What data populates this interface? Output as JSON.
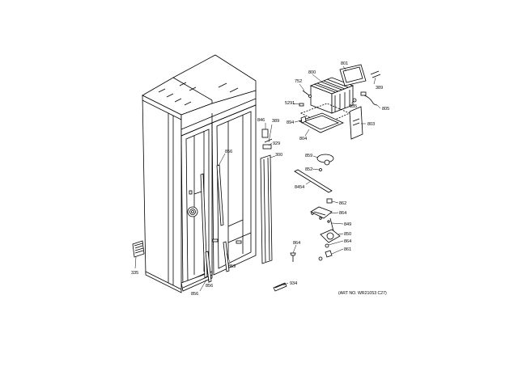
{
  "labels": {
    "l335": "335",
    "l846": "846",
    "l389a": "389",
    "l929": "929",
    "l856a": "856",
    "l300": "300",
    "l856b": "856",
    "l856c": "856",
    "l859a": "859",
    "l752": "752",
    "l800": "800",
    "l801": "801",
    "l389b": "389",
    "l5291": "5291",
    "l835": "835",
    "l805": "805",
    "l894": "894",
    "l804": "804",
    "l803": "803",
    "l859b": "859",
    "l852": "852",
    "l8454": "8454",
    "l862": "862",
    "l864a": "864",
    "l849": "849",
    "l850": "850",
    "l864b": "864",
    "l864c": "864",
    "l861": "861",
    "l934": "934"
  },
  "art_number": "(ART NO. WR21053 C27)"
}
